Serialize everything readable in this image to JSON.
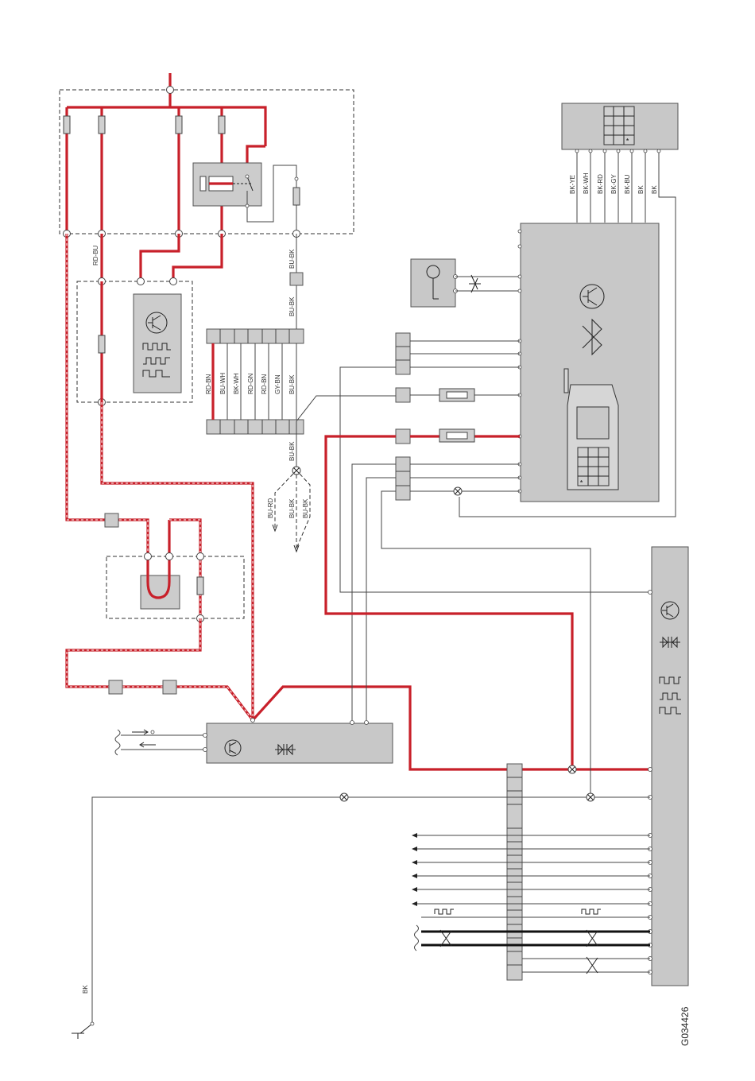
{
  "diagram": {
    "code": "G034426",
    "wire_colors": {
      "power": "#c8202a",
      "signal": "#444444",
      "bus": "#111111",
      "unit_fill": "#c8c8c8"
    },
    "labels": {
      "rd_bu": "RD-BU",
      "bu_bk_1": "BU-BK",
      "bu_bk_2": "BU-BK",
      "bu_bk_3": "BU-BK",
      "bu_bk_4": "BU-BK",
      "bu_rd": "BU-RD",
      "bk_ground": "BK",
      "connector_rows": [
        "RD-BN",
        "BU-WH",
        "BK-WH",
        "RD-GN",
        "RD-BN",
        "GY-BN",
        "BU-BK"
      ],
      "keypad_wires": [
        "BK-YE",
        "BK-WH",
        "BK-RD",
        "BK-GY",
        "BK-BU",
        "BK",
        "BK"
      ]
    },
    "icons": [
      "transistor-icon",
      "pulse-waveform-icon",
      "bluetooth-icon",
      "mobile-phone-icon",
      "microphone-icon",
      "keypad-icon",
      "diode-icon",
      "twisted-pair-icon",
      "ground-switch-icon",
      "fuse-icon",
      "relay-icon"
    ]
  }
}
